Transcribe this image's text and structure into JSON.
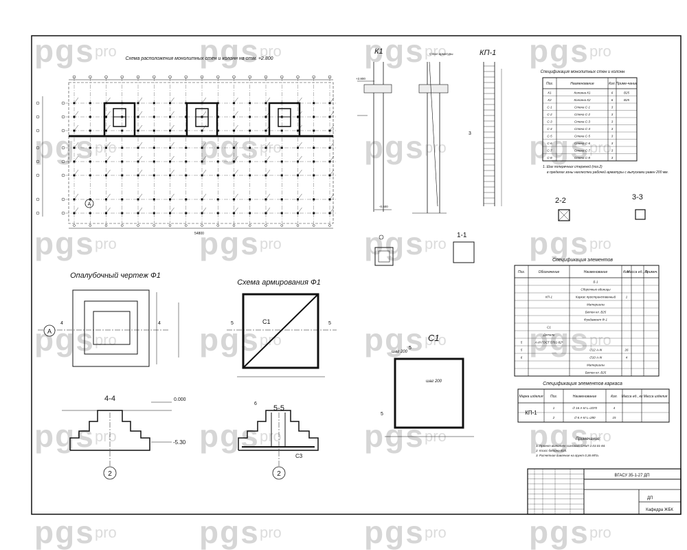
{
  "watermark": {
    "brand": "pgs",
    "suffix": "pro"
  },
  "plan": {
    "title": "Схема расположения монолитных стен и колонн на отм. +2.800",
    "bottom_total": "54800",
    "axis_left": "А"
  },
  "k1": {
    "title": "К1",
    "marks": [
      "+2.800",
      "-0.600"
    ]
  },
  "kp1": {
    "title": "КП-1",
    "label_3": "3"
  },
  "column_note": "Ствол арматуры",
  "section_1_1": {
    "title": "1-1"
  },
  "section_2_2": {
    "title": "2-2"
  },
  "section_3_3": {
    "title": "3-3"
  },
  "spec_walls": {
    "title": "Спецификация монолитных стен и колонн",
    "headers": [
      "Поз.",
      "Наименование",
      "Кол.",
      "Приме-чание"
    ],
    "rows": [
      [
        "К1",
        "Колонна К1",
        "6",
        "В25"
      ],
      [
        "К2",
        "Колонна К2",
        "6",
        "В25"
      ],
      [
        "С-1",
        "Стена С-1",
        "3",
        ""
      ],
      [
        "С-2",
        "Стена С-2",
        "3",
        ""
      ],
      [
        "С-3",
        "Стена С-3",
        "3",
        ""
      ],
      [
        "С-4",
        "Стена С-4",
        "3",
        ""
      ],
      [
        "С-5",
        "Стена С-5",
        "3",
        ""
      ],
      [
        "С-6",
        "Стена С-6",
        "3",
        ""
      ],
      [
        "С-7",
        "Стена С-7",
        "3",
        ""
      ],
      [
        "С-8",
        "Стена С-8",
        "3",
        ""
      ]
    ],
    "note": "1. Шаг поперечных стержней (поз.2) в пределах зоны нахлестки рабочей арматуры с выпусками равен 200 мм."
  },
  "formwork": {
    "title": "Опалубочный чертеж Ф1",
    "axis": "А",
    "cut": "4"
  },
  "reinf": {
    "title": "Схема армирования Ф1",
    "label": "С1",
    "cut": "5"
  },
  "sec44": {
    "title": "4-4",
    "elev_top": "0.000",
    "elev_bot": "-5.30",
    "axis": "2"
  },
  "sec55": {
    "title": "5-5",
    "label_c3": "С3",
    "pos": "6",
    "axis": "2"
  },
  "c1": {
    "title": "С1",
    "step1": "шаг 200",
    "step2": "шаг 200",
    "pos": "5"
  },
  "spec_elements": {
    "title": "Спецификация элементов",
    "headers": [
      "Поз.",
      "Обозначение",
      "Наименование",
      "Кол.",
      "Масса ед., кг",
      "Примеч."
    ],
    "rows": [
      [
        "",
        "",
        "Б-1",
        "",
        "",
        ""
      ],
      [
        "",
        "",
        "Сборочные единицы",
        "",
        "",
        ""
      ],
      [
        "",
        "КП-1",
        "Каркас пространственный",
        "1",
        "",
        ""
      ],
      [
        "",
        "",
        "Материалы",
        "",
        "",
        ""
      ],
      [
        "",
        "",
        "Бетон кл. В25",
        "",
        "",
        ""
      ],
      [
        "",
        "",
        "Фундамент Ф-1",
        "",
        "",
        ""
      ],
      [
        "",
        "С1",
        "",
        "",
        "",
        ""
      ],
      [
        "",
        "Детали",
        "",
        "",
        "",
        ""
      ],
      [
        "5",
        "А-III ГОСТ 5781-82*",
        "",
        "",
        "",
        ""
      ],
      [
        "5",
        "",
        "∅12 А-III",
        "26",
        "",
        ""
      ],
      [
        "6",
        "",
        "∅10 А-III",
        "4",
        "",
        ""
      ],
      [
        "",
        "",
        "Материалы",
        "",
        "",
        ""
      ],
      [
        "",
        "",
        "Бетон кл. В25",
        "",
        "",
        ""
      ]
    ]
  },
  "spec_frame": {
    "title": "Спецификация элементов каркаса",
    "headers": [
      "Марка изделия",
      "Поз.",
      "Наименование",
      "Кол.",
      "Масса ед., кг",
      "Масса изделия"
    ],
    "mark": "КП-1",
    "rows": [
      [
        "1",
        "∅ 16 А-III L=3370",
        "4",
        "",
        ""
      ],
      [
        "2",
        "∅ 6 А-III L=280",
        "15",
        "",
        ""
      ]
    ]
  },
  "notes": {
    "title": "Примечание:",
    "items": [
      "1. Проект выполнен согласно СНиП 2.03.01-84.",
      "2. Класс бетона В25.",
      "3. Расчетная давление на грунт 0,36 МПа."
    ]
  },
  "stamp": {
    "code": "ВГАСУ 35-1-27 ДП",
    "stage": "ДП",
    "department": "Кафедра ЖБК"
  }
}
